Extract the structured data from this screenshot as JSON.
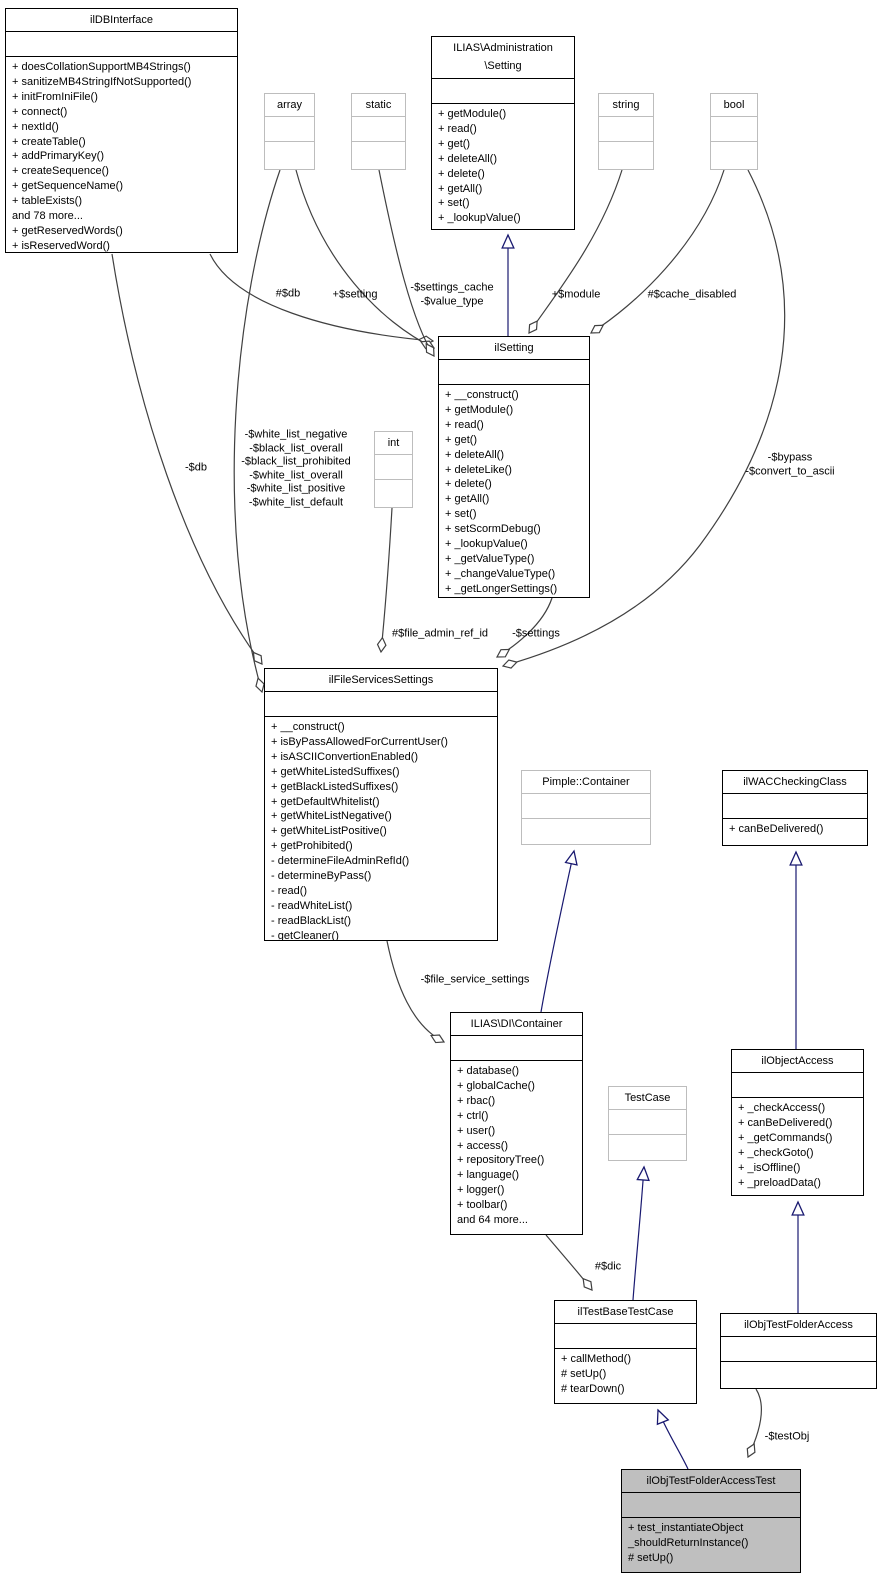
{
  "colors": {
    "usage": "#404040",
    "inheritance": "#191970",
    "class_border": "#000000",
    "primitive_border": "#bdbdbd",
    "highlight_fill": "#bfbfbf"
  },
  "classes": {
    "ildbinterface": {
      "name": "ilDBInterface",
      "methods": [
        "+ doesCollationSupportMB4Strings()",
        "+ sanitizeMB4StringIfNotSupported()",
        "+ initFromIniFile()",
        "+ connect()",
        "+ nextId()",
        "+ createTable()",
        "+ addPrimaryKey()",
        "+ createSequence()",
        "+ getSequenceName()",
        "+ tableExists()",
        "and 78 more...",
        "+ getReservedWords()",
        "+ isReservedWord()"
      ]
    },
    "array": {
      "name": "array"
    },
    "static": {
      "name": "static"
    },
    "adminsetting": {
      "name_line1": "ILIAS\\Administration",
      "name_line2": "\\Setting",
      "methods": [
        "+ getModule()",
        "+ read()",
        "+ get()",
        "+ deleteAll()",
        "+ delete()",
        "+ getAll()",
        "+ set()",
        "+ _lookupValue()"
      ]
    },
    "string": {
      "name": "string"
    },
    "bool": {
      "name": "bool"
    },
    "ilsetting": {
      "name": "ilSetting",
      "methods": [
        "+ __construct()",
        "+ getModule()",
        "+ read()",
        "+ get()",
        "+ deleteAll()",
        "+ deleteLike()",
        "+ delete()",
        "+ getAll()",
        "+ set()",
        "+ setScormDebug()",
        "+ _lookupValue()",
        "+ _getValueType()",
        "+ _changeValueType()",
        "+ _getLongerSettings()"
      ]
    },
    "int": {
      "name": "int"
    },
    "filesettings": {
      "name": "ilFileServicesSettings",
      "methods": [
        "+ __construct()",
        "+ isByPassAllowedForCurrentUser()",
        "+ isASCIIConvertionEnabled()",
        "+ getWhiteListedSuffixes()",
        "+ getBlackListedSuffixes()",
        "+ getDefaultWhitelist()",
        "+ getWhiteListNegative()",
        "+ getWhiteListPositive()",
        "+ getProhibited()",
        "- determineFileAdminRefId()",
        "- determineByPass()",
        "- read()",
        "- readWhiteList()",
        "- readBlackList()",
        "- getCleaner()"
      ]
    },
    "pimple": {
      "name": "Pimple::Container"
    },
    "wac": {
      "name": "ilWACCheckingClass",
      "methods": [
        "+ canBeDelivered()"
      ]
    },
    "dicontainer": {
      "name": "ILIAS\\DI\\Container",
      "methods": [
        "+ database()",
        "+ globalCache()",
        "+ rbac()",
        "+ ctrl()",
        "+ user()",
        "+ access()",
        "+ repositoryTree()",
        "+ language()",
        "+ logger()",
        "+ toolbar()",
        "and 64 more..."
      ]
    },
    "testcase": {
      "name": "TestCase"
    },
    "objectaccess": {
      "name": "ilObjectAccess",
      "methods": [
        "+ _checkAccess()",
        "+ canBeDelivered()",
        "+ _getCommands()",
        "+ _checkGoto()",
        "+ _isOffline()",
        "+ _preloadData()"
      ]
    },
    "testbase": {
      "name": "ilTestBaseTestCase",
      "methods": [
        "+ callMethod()",
        "# setUp()",
        "# tearDown()"
      ]
    },
    "objtestfolderaccess": {
      "name": "ilObjTestFolderAccess"
    },
    "objtestfolderaccesstest": {
      "name": "ilObjTestFolderAccessTest",
      "methods": [
        "+ test_instantiateObject",
        "_shouldReturnInstance()",
        "# setUp()"
      ]
    }
  },
  "edge_labels": {
    "db_setting": "#$db",
    "setting": "+$setting",
    "settings_cache": [
      "-$settings_cache",
      "-$value_type"
    ],
    "module": "+$module",
    "cache_disabled": "#$cache_disabled",
    "db_fss": "-$db",
    "whitelists": [
      "-$white_list_negative",
      "-$black_list_overall",
      "-$black_list_prohibited",
      "-$white_list_overall",
      "-$white_list_positive",
      "-$white_list_default"
    ],
    "bypass": [
      "-$bypass",
      "-$convert_to_ascii"
    ],
    "file_admin_ref_id": "#$file_admin_ref_id",
    "settings_member": "-$settings",
    "file_service_settings": "-$file_service_settings",
    "dic": "#$dic",
    "testobj": "-$testObj"
  }
}
